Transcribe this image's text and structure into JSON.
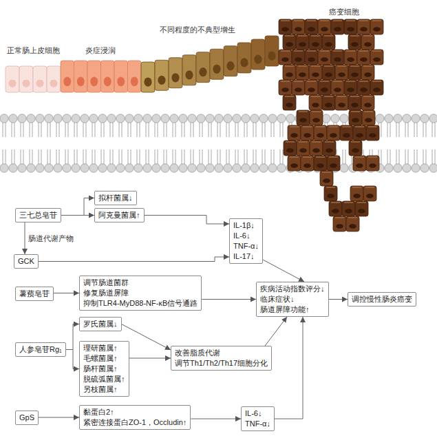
{
  "diagram": {
    "nodes": [
      {
        "text": [
          "三七总皂苷"
        ]
      },
      {
        "text": [
          "拟杆菌属↓"
        ]
      },
      {
        "text": [
          "阿克曼菌属↑"
        ]
      },
      {
        "text": [
          "GCK"
        ]
      },
      {
        "text": [
          "IL-1β↓",
          "IL-6↓",
          "TNF-α↓",
          "IL-17↓"
        ]
      },
      {
        "text": [
          "薯蓣皂苷"
        ]
      },
      {
        "text": [
          "调节肠道菌群",
          "修复肠道屏障",
          "抑制TLR4-MyD88-NF-κB信号通路"
        ]
      },
      {
        "text": [
          "疾病活动指数评分↓",
          "临床症状↓",
          "肠道屏障功能↑"
        ]
      },
      {
        "text": [
          "调控慢性肠炎癌变"
        ]
      },
      {
        "text": [
          "人参皂苷Rg₁"
        ]
      },
      {
        "text": [
          "罗氏菌属↓"
        ]
      },
      {
        "text": [
          "理研菌属↑",
          "毛螺菌属↑",
          "肠杆菌属↑",
          "脱硫弧菌属↑",
          "另枝菌属↑"
        ]
      },
      {
        "text": [
          "改善脂质代谢",
          "调节Th1/Th2/Th17细胞分化"
        ]
      },
      {
        "text": [
          "GpS"
        ]
      },
      {
        "text": [
          "黏蛋白2↑",
          "紧密连接蛋白ZO-1，Occludin↑"
        ]
      },
      {
        "text": [
          "IL-6↓",
          "TNF-α↓"
        ]
      }
    ],
    "edges": [
      {
        "from": 0,
        "to": 1,
        "arrow": "to"
      },
      {
        "from": 0,
        "to": 2,
        "arrow": "to"
      },
      {
        "from": 0,
        "to": 3,
        "label": "肠道代谢产物",
        "arrow": "to"
      },
      {
        "from": 2,
        "to": 4,
        "arrow": "to"
      },
      {
        "from": 3,
        "to": 4,
        "arrow": "to"
      },
      {
        "from": 4,
        "to": 7,
        "arrow": "to"
      },
      {
        "from": 5,
        "to": 6,
        "arrow": "to"
      },
      {
        "from": 6,
        "to": 7,
        "arrow": "to"
      },
      {
        "from": 7,
        "to": 8,
        "arrow": "to"
      },
      {
        "from": 9,
        "to": 10,
        "arrow": "to"
      },
      {
        "from": 9,
        "to": 11,
        "arrow": "to"
      },
      {
        "from": 10,
        "to": 12,
        "arrow": "to"
      },
      {
        "from": 11,
        "to": 12,
        "arrow": "to"
      },
      {
        "from": 12,
        "to": 7,
        "arrow": "to"
      },
      {
        "from": 13,
        "to": 14,
        "arrow": "to"
      },
      {
        "from": 14,
        "to": 15,
        "arrow": "to"
      },
      {
        "from": 15,
        "to": 7,
        "arrow": "to"
      }
    ],
    "labels": [
      "正常肠上皮细胞",
      "炎症浸润",
      "不同程度的不典型增生",
      "癌变细胞"
    ]
  }
}
